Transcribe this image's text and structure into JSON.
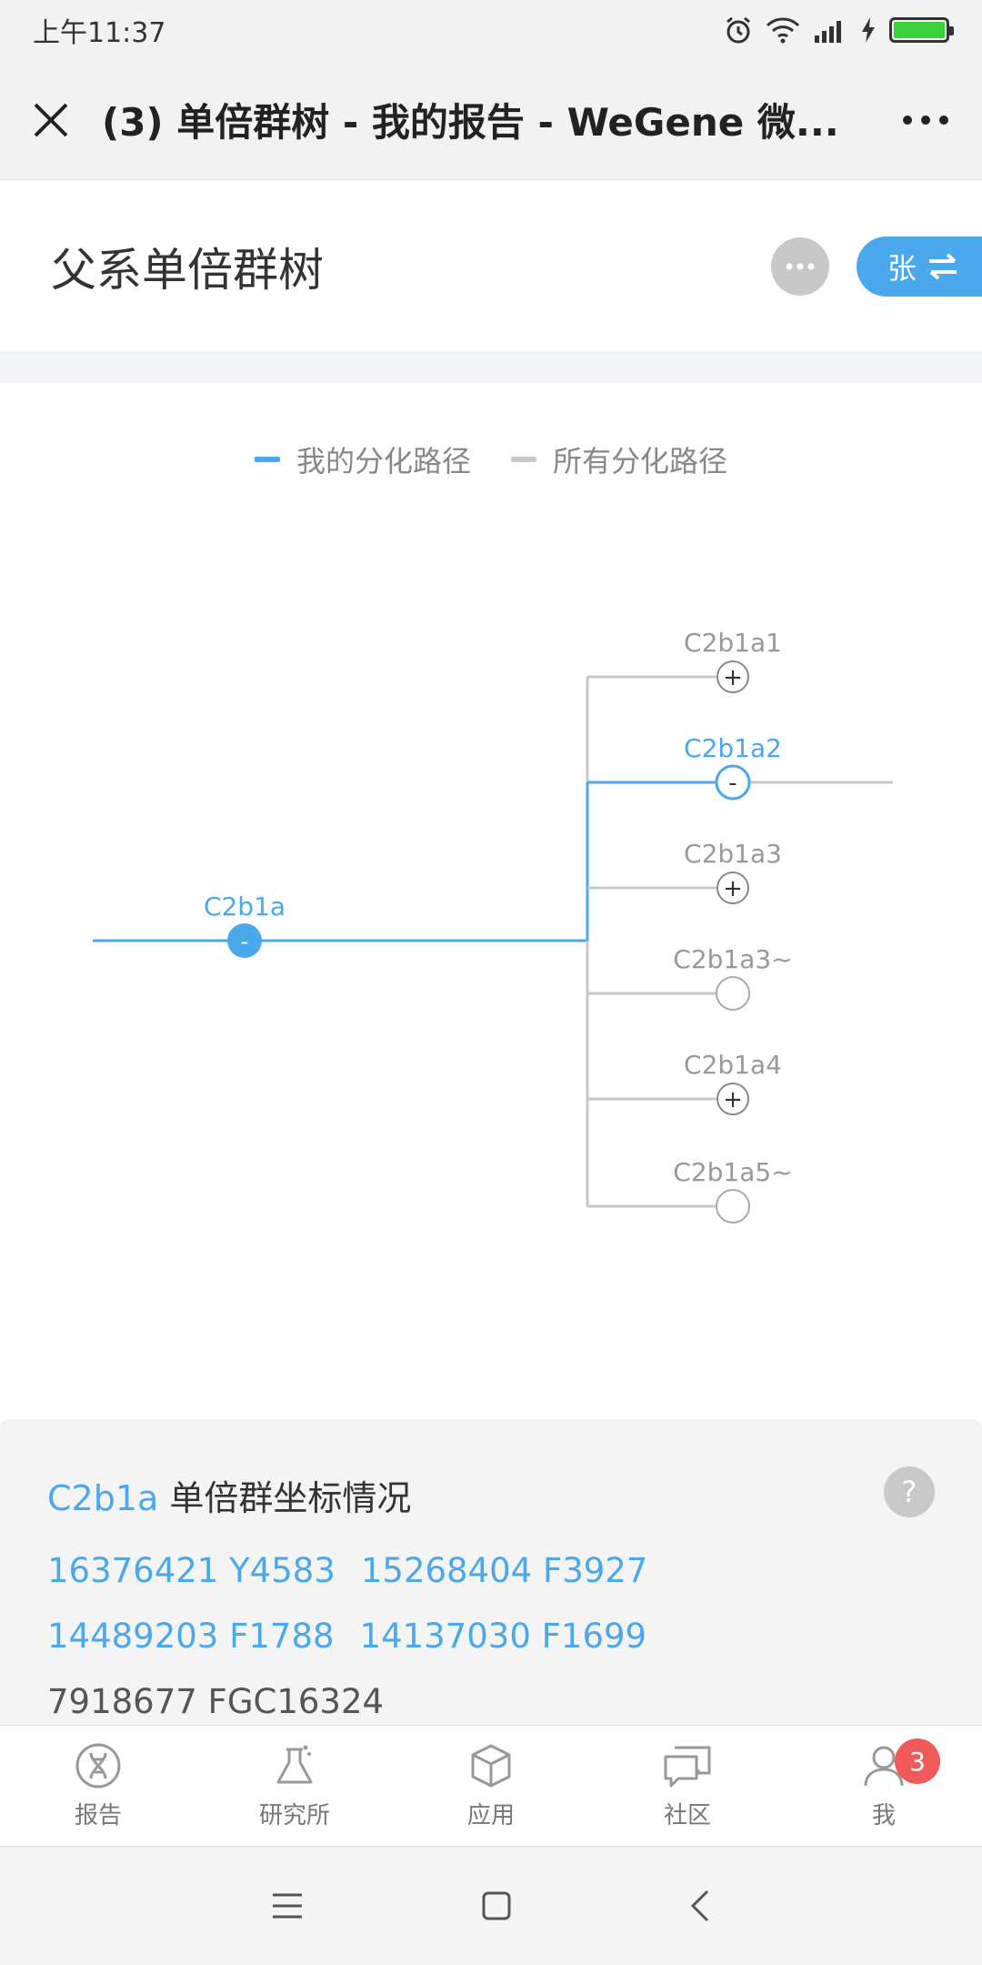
{
  "status": {
    "time": "上午11:37"
  },
  "window": {
    "title": "(3) 单倍群树 - 我的报告 - WeGene 微..."
  },
  "header": {
    "title": "父系单倍群树",
    "user_label": "张"
  },
  "legend": {
    "mine": "我的分化路径",
    "all": "所有分化路径",
    "mine_color": "#4aa8ec",
    "all_color": "#c8c8c8"
  },
  "tree": {
    "root": {
      "label": "C2b1a",
      "toggle": "-"
    },
    "children": [
      {
        "label": "C2b1a1",
        "toggle": "+",
        "mine": false
      },
      {
        "label": "C2b1a2",
        "toggle": "-",
        "mine": true
      },
      {
        "label": "C2b1a3",
        "toggle": "+",
        "mine": false
      },
      {
        "label": "C2b1a3~",
        "toggle": "",
        "mine": false
      },
      {
        "label": "C2b1a4",
        "toggle": "+",
        "mine": false
      },
      {
        "label": "C2b1a5~",
        "toggle": "",
        "mine": false
      }
    ]
  },
  "coords": {
    "haplogroup": "C2b1a",
    "title_suffix": "单倍群坐标情况",
    "help": "?",
    "items": [
      {
        "text": "16376421 Y4583",
        "highlight": true
      },
      {
        "text": "15268404 F3927",
        "highlight": true
      },
      {
        "text": "14489203 F1788",
        "highlight": true
      },
      {
        "text": "14137030 F1699",
        "highlight": true
      },
      {
        "text": "7918677 FGC16324",
        "highlight": false
      }
    ]
  },
  "tabs": [
    {
      "label": "报告",
      "icon": "dna-icon"
    },
    {
      "label": "研究所",
      "icon": "flask-icon"
    },
    {
      "label": "应用",
      "icon": "box-icon"
    },
    {
      "label": "社区",
      "icon": "chat-icon"
    },
    {
      "label": "我",
      "icon": "user-icon",
      "badge": "3"
    }
  ]
}
